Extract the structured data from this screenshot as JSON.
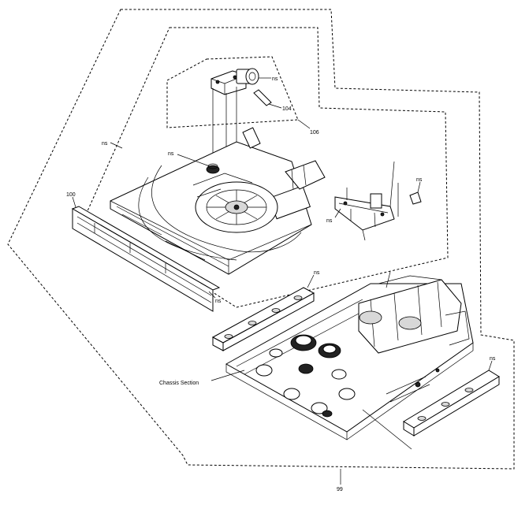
{
  "labels": {
    "ns_motor": "ns",
    "part_104": "104",
    "part_106": "106",
    "ns_left": "ns",
    "ns_spindle": "ns",
    "part_100": "100",
    "ns_bracket_top": "ns",
    "ns_bracket_left": "ns",
    "ns_front": "ns",
    "ns_rail_left": "ns",
    "chassis_section": "Chassis Section",
    "ns_rail_right": "ns",
    "part_99": "99"
  }
}
